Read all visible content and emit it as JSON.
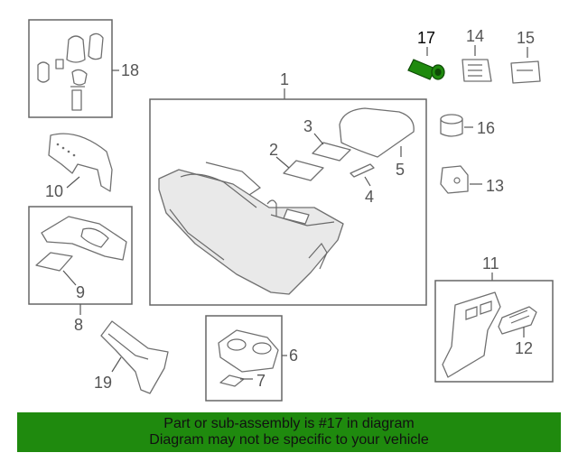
{
  "diagram": {
    "callouts": {
      "p1": "1",
      "p2": "2",
      "p3": "3",
      "p4": "4",
      "p5": "5",
      "p6": "6",
      "p7": "7",
      "p8": "8",
      "p9": "9",
      "p10": "10",
      "p11": "11",
      "p12": "12",
      "p13": "13",
      "p14": "14",
      "p15": "15",
      "p16": "16",
      "p17": "17",
      "p18": "18",
      "p19": "19"
    },
    "highlighted_part": "17",
    "highlight_color": "#1f8a0e"
  },
  "banner": {
    "line1": "Part or sub-assembly is #17 in diagram",
    "line2": "Diagram may not be specific to your vehicle",
    "background_color": "#1f8a0e"
  }
}
